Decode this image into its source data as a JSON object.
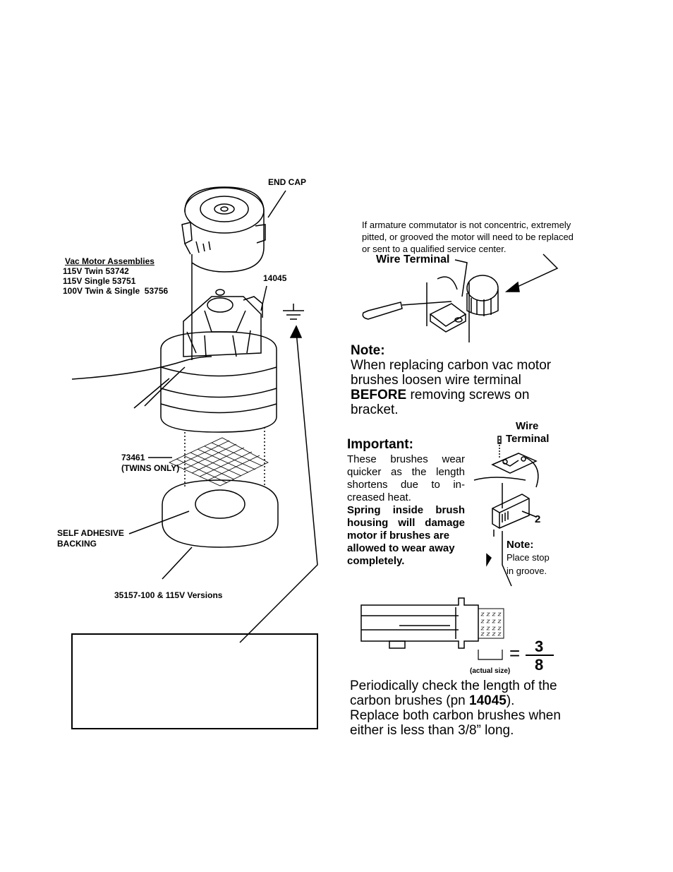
{
  "labels": {
    "end_cap": "END CAP",
    "vac_motor_title": "Vac Motor Assemblies",
    "vac_motor_items": [
      "115V Twin 53742",
      "115V Single 53751",
      "100V Twin & Single  53756"
    ],
    "part_14045": "14045",
    "screen_part": "73461",
    "twins_only": "(TWINS ONLY)",
    "self_adhesive_line1": "SELF ADHESIVE",
    "self_adhesive_line2": "BACKING",
    "versions": "35157-100 & 115V Versions"
  },
  "armature_note": {
    "line1": "If armature commutator is not concentric, extremely",
    "line2": "pitted, or grooved the motor will need to be replaced",
    "line3": "or sent to a qualified service center."
  },
  "wire_terminal_top": "Wire Terminal",
  "note_block": {
    "heading": "Note:",
    "line1": "When replacing carbon vac motor",
    "line2": "brushes loosen wire terminal",
    "line3_bold": "BEFORE",
    "line3_rest": " removing screws on",
    "line4": "bracket."
  },
  "important_block": {
    "heading": "Important:",
    "lines": [
      "These brushes wear",
      "quicker as the length",
      "shortens due to in-",
      "creased heat."
    ],
    "bold_lines": [
      "Spring inside brush",
      "housing will damage",
      "motor if brushes are",
      "allowed to wear away",
      "completely."
    ]
  },
  "brush_diagram": {
    "wire_label_1": "Wire",
    "wire_label_2": "Terminal",
    "callout_2": "2",
    "note_heading": "Note:",
    "note_line1": "Place stop",
    "note_line2": "in groove."
  },
  "actual_size": {
    "numerator": "3",
    "denominator": "8",
    "equals": "=",
    "caption": "(actual size)"
  },
  "periodic_block": {
    "line1": "Periodically check the length of the",
    "line2_pre": "carbon brushes (pn ",
    "line2_bold": "14045",
    "line2_post": ").",
    "line3": "Replace both carbon brushes when",
    "line4": "either is less than 3/8” long."
  }
}
